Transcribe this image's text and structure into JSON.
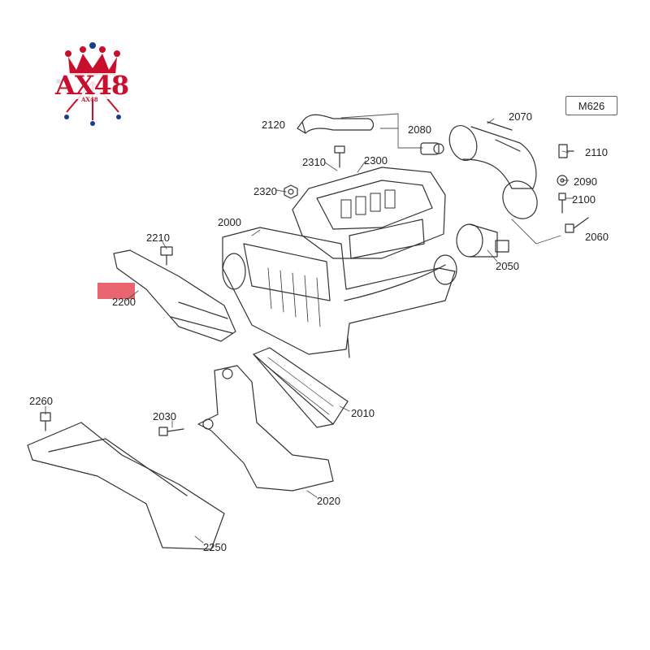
{
  "logo": {
    "text": "AX48",
    "subtext": "AX48",
    "colors": {
      "primary": "#c8102e",
      "secondary": "#1f3a93"
    }
  },
  "model_code": "M626",
  "highlight_color": "#e8646f",
  "parts": [
    {
      "id": "2000",
      "label": "2000"
    },
    {
      "id": "2010",
      "label": "2010"
    },
    {
      "id": "2020",
      "label": "2020"
    },
    {
      "id": "2030",
      "label": "2030"
    },
    {
      "id": "2050",
      "label": "2050"
    },
    {
      "id": "2060",
      "label": "2060"
    },
    {
      "id": "2070",
      "label": "2070"
    },
    {
      "id": "2080",
      "label": "2080"
    },
    {
      "id": "2090",
      "label": "2090"
    },
    {
      "id": "2100",
      "label": "2100"
    },
    {
      "id": "2110",
      "label": "2110"
    },
    {
      "id": "2120",
      "label": "2120"
    },
    {
      "id": "2200",
      "label": "2200"
    },
    {
      "id": "2210",
      "label": "2210"
    },
    {
      "id": "2250",
      "label": "2250"
    },
    {
      "id": "2260",
      "label": "2260"
    },
    {
      "id": "2300",
      "label": "2300"
    },
    {
      "id": "2310",
      "label": "2310"
    },
    {
      "id": "2320",
      "label": "2320"
    }
  ]
}
